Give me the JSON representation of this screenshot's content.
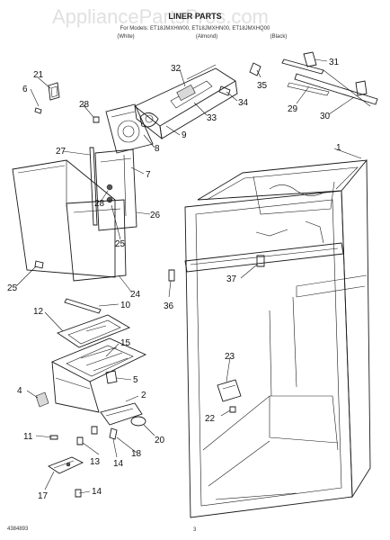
{
  "watermark": "AppliancePartsPros.com",
  "header": {
    "title": "LINER PARTS",
    "models_line": "For Models: ET18JMXHW00, ET18JMXHN00, ET18JMXHQ00",
    "colors": [
      "(White)",
      "(Almond)",
      "(Black)"
    ]
  },
  "callouts": [
    "1",
    "2",
    "4",
    "5",
    "6",
    "7",
    "8",
    "9",
    "10",
    "11",
    "12",
    "13",
    "14",
    "14",
    "15",
    "17",
    "18",
    "20",
    "21",
    "22",
    "23",
    "24",
    "25",
    "25",
    "26",
    "27",
    "28",
    "28",
    "29",
    "30",
    "31",
    "32",
    "33",
    "34",
    "35",
    "36",
    "37"
  ],
  "footer": {
    "part_code": "4384893",
    "page_number": "3"
  }
}
